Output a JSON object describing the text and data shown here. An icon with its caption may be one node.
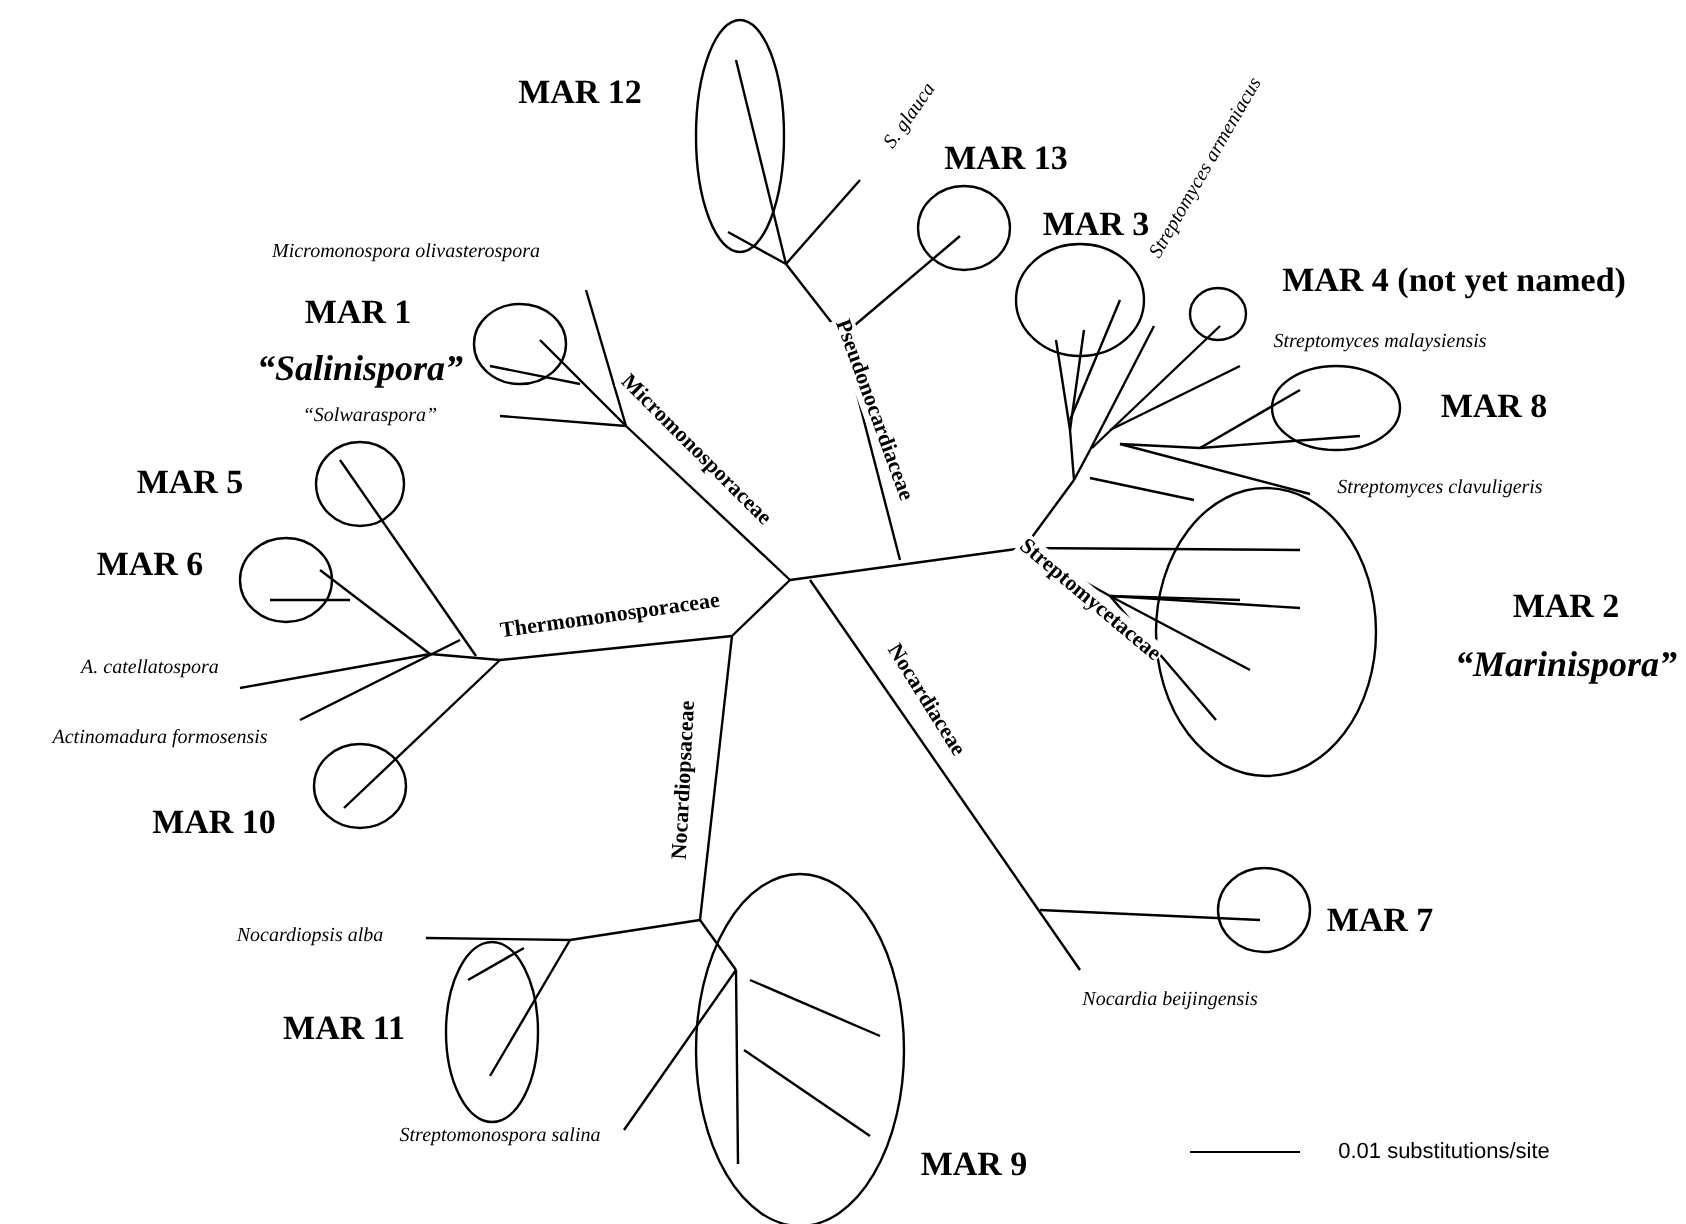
{
  "diagram": {
    "labels": [
      "S. glauca",
      "MAR 12",
      "MAR 13",
      "Streptomyces armeniacus",
      "MAR 3",
      "MAR 4 (not yet named)",
      "Micromonospora olivasterospora",
      "Pseudonocardiaceae",
      "MAR 1",
      "“Salinispora”",
      "Streptomyces malaysiensis",
      "Micromonosporaceae",
      "MAR 8",
      "“Solwaraspora”",
      "Streptomyces clavuligeris",
      "MAR 5",
      "MAR 6",
      "Thermomonosporaceae",
      "Streptomycetaceae",
      "MAR 2",
      "“Marinispora”",
      "Nocardiaceae",
      "A. catellatospora",
      "Actinomadura formosensis",
      "Nocardiopsaceae",
      "MAR 10",
      "Nocardiopsis alba",
      "MAR 7",
      "Nocardia beijingensis",
      "MAR 11",
      "Streptomonospora salina",
      "MAR 9",
      "0.01 substitutions/site"
    ]
  }
}
